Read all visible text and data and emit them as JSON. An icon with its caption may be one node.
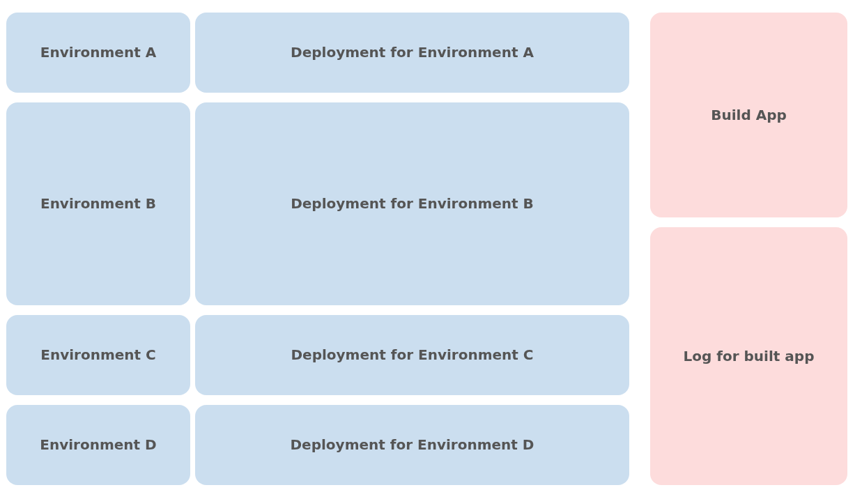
{
  "diagram": {
    "nodes": [
      {
        "text": [
          "Environment A"
        ]
      },
      {
        "text": [
          "Deployment for Environment A"
        ]
      },
      {
        "text": [
          "Build App"
        ]
      },
      {
        "text": [
          "Environment B"
        ]
      },
      {
        "text": [
          "Deployment for Environment B"
        ]
      },
      {
        "text": [
          "Log for built app"
        ]
      },
      {
        "text": [
          "Environment C"
        ]
      },
      {
        "text": [
          "Deployment for Environment C"
        ]
      },
      {
        "text": [
          "Environment D"
        ]
      },
      {
        "text": [
          "Deployment for Environment D"
        ]
      }
    ]
  }
}
